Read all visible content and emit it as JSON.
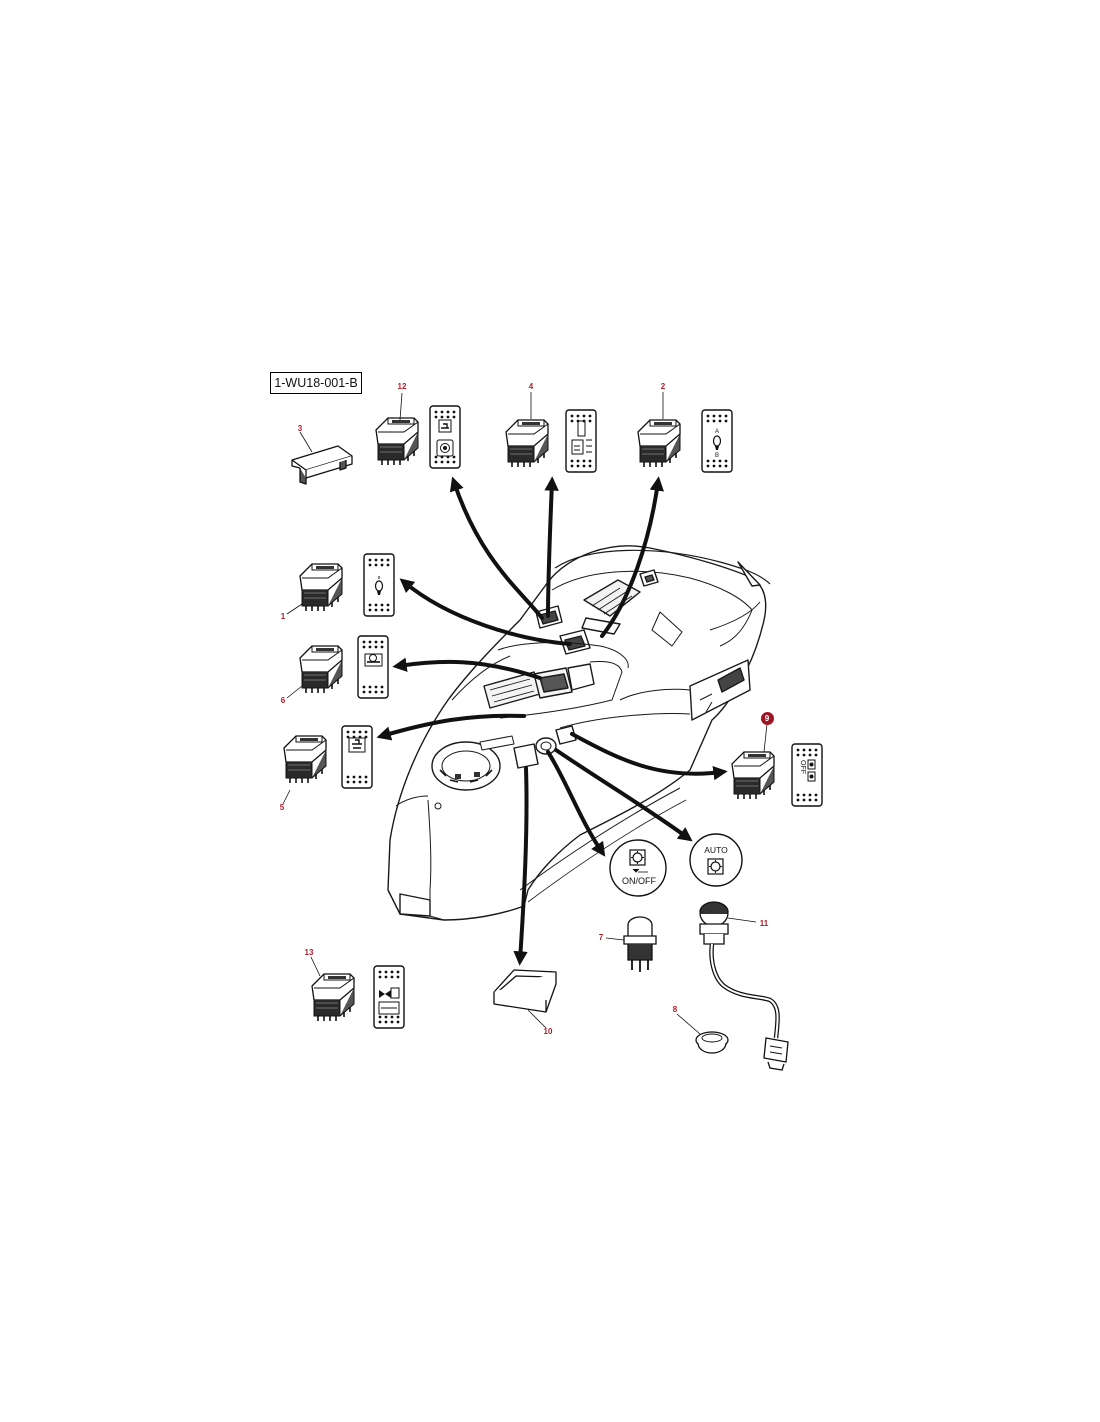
{
  "diagram_code": "1-WU18-001-B",
  "callouts": [
    {
      "id": "c1",
      "label": "1"
    },
    {
      "id": "c2",
      "label": "2"
    },
    {
      "id": "c3",
      "label": "3"
    },
    {
      "id": "c4",
      "label": "4"
    },
    {
      "id": "c5",
      "label": "5"
    },
    {
      "id": "c6",
      "label": "6"
    },
    {
      "id": "c7",
      "label": "7"
    },
    {
      "id": "c8",
      "label": "8"
    },
    {
      "id": "c9",
      "label": "9",
      "highlighted": true
    },
    {
      "id": "c10",
      "label": "10"
    },
    {
      "id": "c11",
      "label": "11"
    },
    {
      "id": "c12",
      "label": "12"
    },
    {
      "id": "c13",
      "label": "13"
    }
  ],
  "symbol_labels": {
    "onoff": "ON/OFF",
    "auto": "AUTO",
    "switch2_top": "A",
    "switch2_bottom": "B",
    "switch9_text": "OFF"
  },
  "colors": {
    "callout": "#b01c28",
    "highlight": "#9e1626",
    "line": "#1a1a1a"
  }
}
